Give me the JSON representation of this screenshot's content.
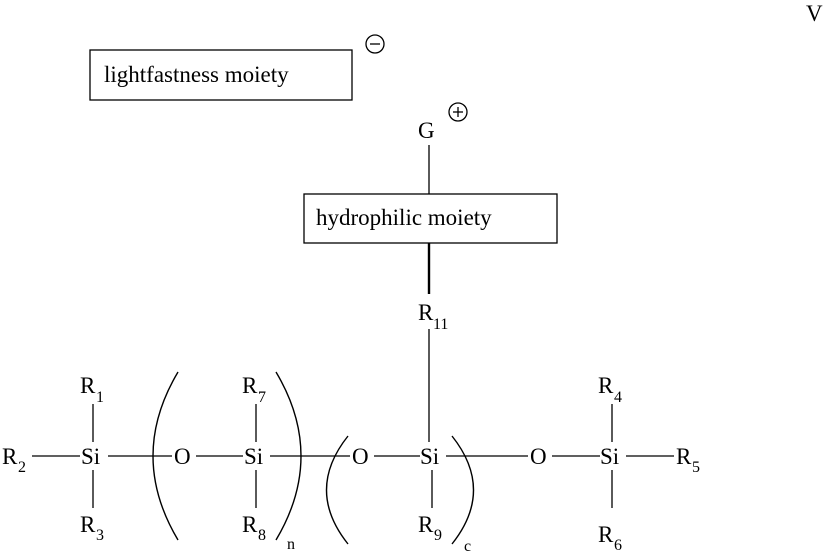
{
  "figure_label": "V",
  "boxes": {
    "lightfastness": "lightfastness moiety",
    "hydrophilic": "hydrophilic moiety"
  },
  "counterion": {
    "label": "G"
  },
  "charges": {
    "negative": "minus",
    "positive": "plus"
  },
  "atoms": {
    "si_left": "Si",
    "si_repeat": "Si",
    "si_center": "Si",
    "si_right": "Si",
    "o_1": "O",
    "o_2": "O",
    "o_3": "O",
    "r_symbol": "R"
  },
  "subscripts": {
    "r1": "1",
    "r2": "2",
    "r3": "3",
    "r4": "4",
    "r5": "5",
    "r6": "6",
    "r7": "7",
    "r8": "8",
    "r9": "9",
    "r11": "11",
    "n": "n",
    "c": "c"
  }
}
